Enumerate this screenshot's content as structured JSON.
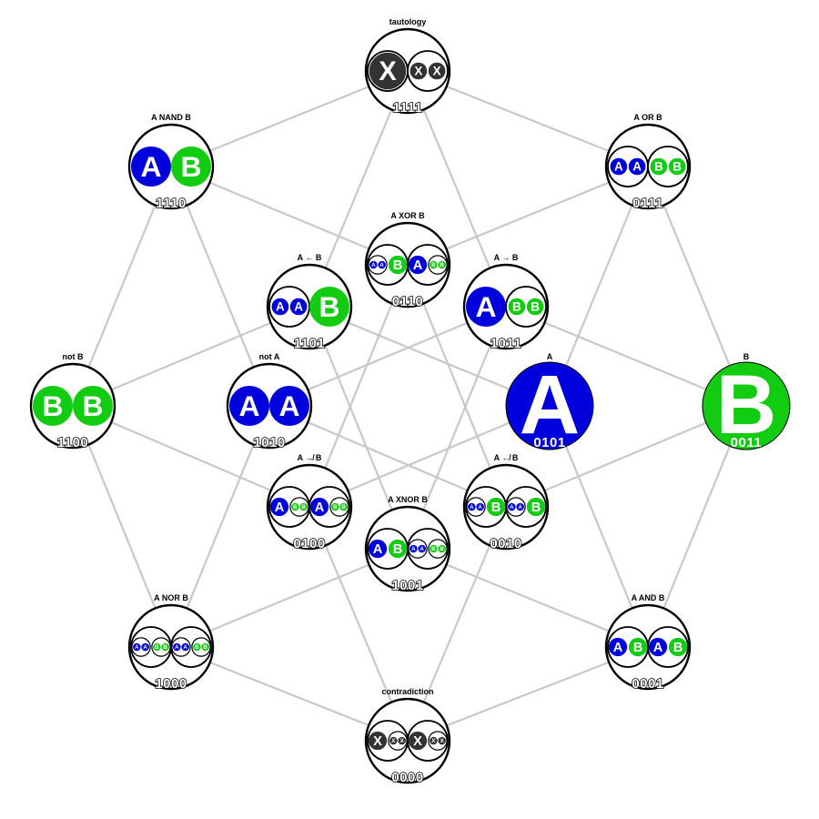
{
  "colors": {
    "A": "#0000dd",
    "B": "#11cc11",
    "X": "#333333",
    "edge": "#c8c8c8"
  },
  "letters": {
    "A": "A",
    "B": "B",
    "X": "X"
  },
  "nodes": [
    {
      "id": "1111",
      "code": "1111",
      "label": "tautology",
      "shape": "P:X,P:XX"
    },
    {
      "id": "1110",
      "code": "1110",
      "label": "A NAND B",
      "shape": "A,B"
    },
    {
      "id": "0111",
      "code": "0111",
      "label": "A OR B",
      "shape": "P:AA,P:BB"
    },
    {
      "id": "0110",
      "code": "0110",
      "label": "A XOR B",
      "shape": "P:AA|B,P:A|BB"
    },
    {
      "id": "1101",
      "code": "1101",
      "label": "A ← B",
      "shape": "P:AA,B"
    },
    {
      "id": "1011",
      "code": "1011",
      "label": "A → B",
      "shape": "A,P:BB"
    },
    {
      "id": "1100",
      "code": "1100",
      "label": "not B",
      "shape": "B,B"
    },
    {
      "id": "1010",
      "code": "1010",
      "label": "not A",
      "shape": "A,A"
    },
    {
      "id": "0101",
      "code": "0101",
      "label": "A",
      "shape": "FULL:A"
    },
    {
      "id": "0011",
      "code": "0011",
      "label": "B",
      "shape": "FULL:B"
    },
    {
      "id": "0100",
      "code": "0100",
      "label": "A ↛ B",
      "shape": "P:A|BB,P:A|BB"
    },
    {
      "id": "0010",
      "code": "0010",
      "label": "A ↚ B",
      "shape": "P:AA|B,P:AA|B"
    },
    {
      "id": "1001",
      "code": "1001",
      "label": "A XNOR B",
      "shape": "P:A|B,P:AA|BB"
    },
    {
      "id": "1000",
      "code": "1000",
      "label": "A NOR B",
      "shape": "P:AA|BB,P:AA|BB"
    },
    {
      "id": "0001",
      "code": "0001",
      "label": "A AND B",
      "shape": "P:A|B,P:A|B"
    },
    {
      "id": "0000",
      "code": "0000",
      "label": "contradiction",
      "shape": "P:X|XX,P:X|XX"
    }
  ],
  "edges": [
    [
      "1111",
      "1110"
    ],
    [
      "1111",
      "1101"
    ],
    [
      "1111",
      "1011"
    ],
    [
      "1111",
      "0111"
    ],
    [
      "1110",
      "1100"
    ],
    [
      "1110",
      "1010"
    ],
    [
      "1110",
      "0110"
    ],
    [
      "1101",
      "1100"
    ],
    [
      "1101",
      "1001"
    ],
    [
      "1101",
      "0101"
    ],
    [
      "1011",
      "1010"
    ],
    [
      "1011",
      "1001"
    ],
    [
      "1011",
      "0011"
    ],
    [
      "0111",
      "0110"
    ],
    [
      "0111",
      "0101"
    ],
    [
      "0111",
      "0011"
    ],
    [
      "1100",
      "1000"
    ],
    [
      "1100",
      "0100"
    ],
    [
      "1010",
      "1000"
    ],
    [
      "1010",
      "0010"
    ],
    [
      "0110",
      "0100"
    ],
    [
      "0110",
      "0010"
    ],
    [
      "1001",
      "1000"
    ],
    [
      "1001",
      "0001"
    ],
    [
      "0101",
      "0100"
    ],
    [
      "0101",
      "0001"
    ],
    [
      "0011",
      "0010"
    ],
    [
      "0011",
      "0001"
    ],
    [
      "1000",
      "0000"
    ],
    [
      "0100",
      "0000"
    ],
    [
      "0010",
      "0000"
    ],
    [
      "0001",
      "0000"
    ]
  ]
}
